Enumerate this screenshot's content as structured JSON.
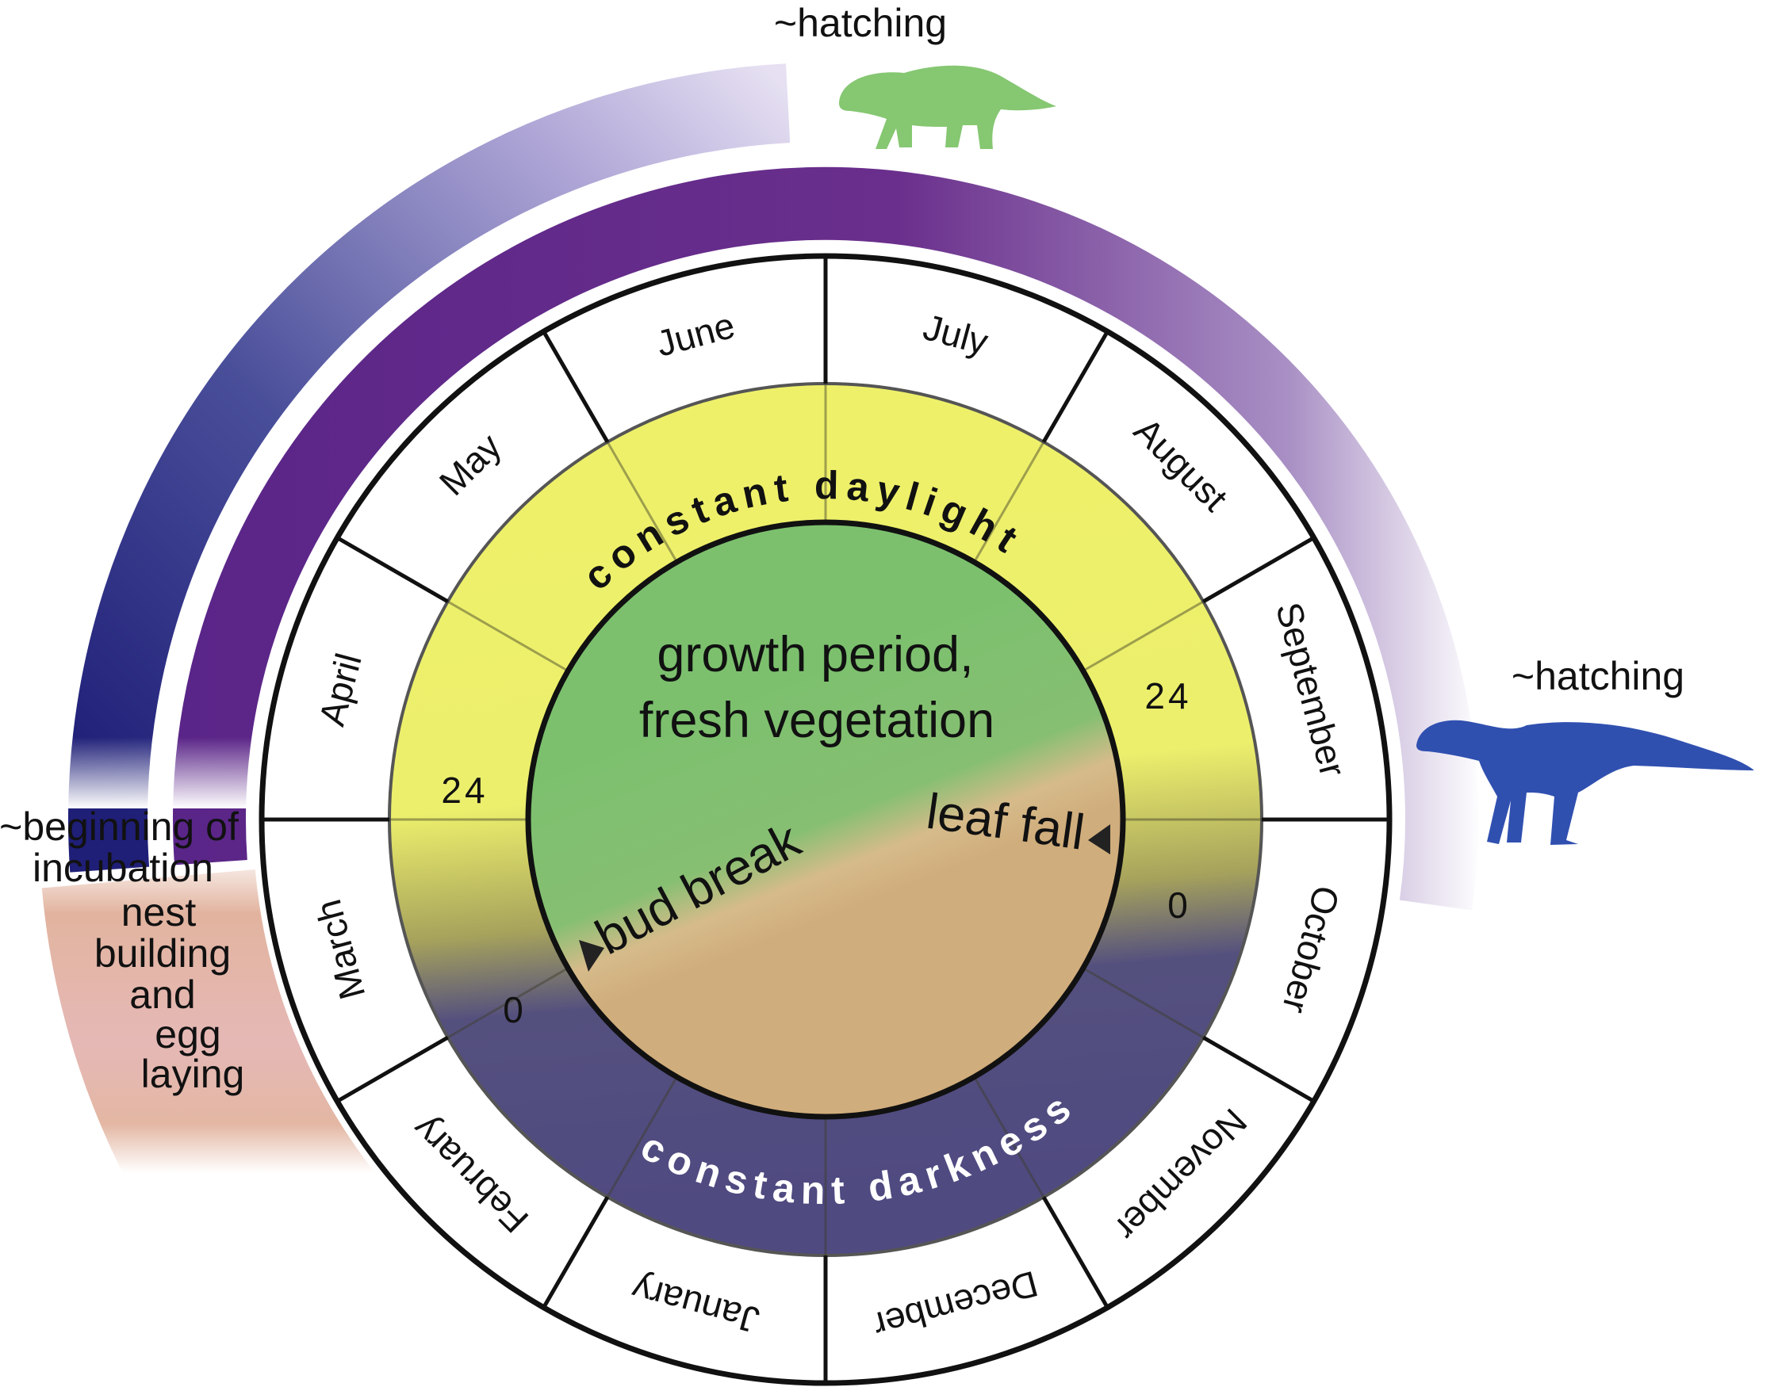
{
  "top_label": "~hatching",
  "right_label": "~hatching",
  "left_labels": {
    "incubation": [
      "~beginning of",
      "incubation"
    ],
    "nesting": [
      "nest",
      "building",
      "and",
      "egg",
      "laying"
    ]
  },
  "months": [
    "July",
    "August",
    "September",
    "October",
    "November",
    "December",
    "January",
    "February",
    "March",
    "April",
    "May",
    "June"
  ],
  "band": {
    "daylight": "constant daylight",
    "darkness": "constant darkness",
    "numbers": [
      "24",
      "0",
      "24",
      "0"
    ]
  },
  "center": {
    "line1": "growth period,",
    "line2": "fresh vegetation",
    "bud_break": "bud break",
    "leaf_fall": "leaf fall"
  },
  "colors": {
    "daylight": "#eef06a",
    "darkness": "#4f4a80",
    "growth": "#7cc06e",
    "dormant": "#d2b07e",
    "purple_arc": "#5a2588",
    "blue_arc": "#23247a",
    "nesting": "#e4b5ad",
    "green_dino": "#86c772",
    "blue_dino": "#3050b0"
  }
}
